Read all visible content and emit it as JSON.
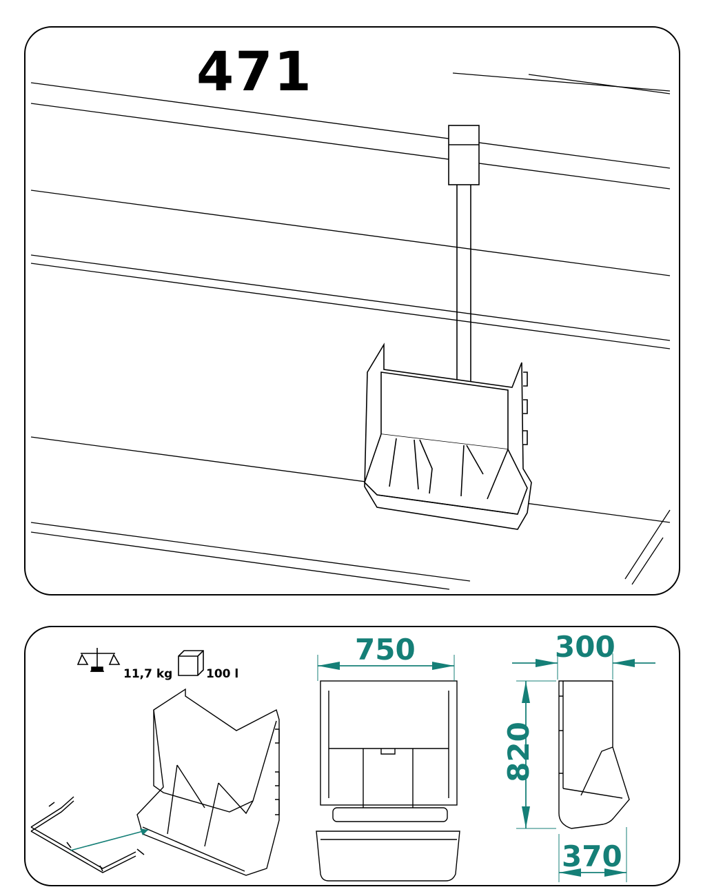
{
  "model_number": "471",
  "specs": {
    "weight_icon": "balance-scale-icon",
    "weight": "11,7 kg",
    "volume_icon": "cube-icon",
    "volume": "100 l"
  },
  "dimensions": {
    "width_front": "750",
    "depth_top": "300",
    "height": "820",
    "depth_bottom": "370"
  },
  "colors": {
    "dimension": "#157f77",
    "line": "#000000"
  }
}
